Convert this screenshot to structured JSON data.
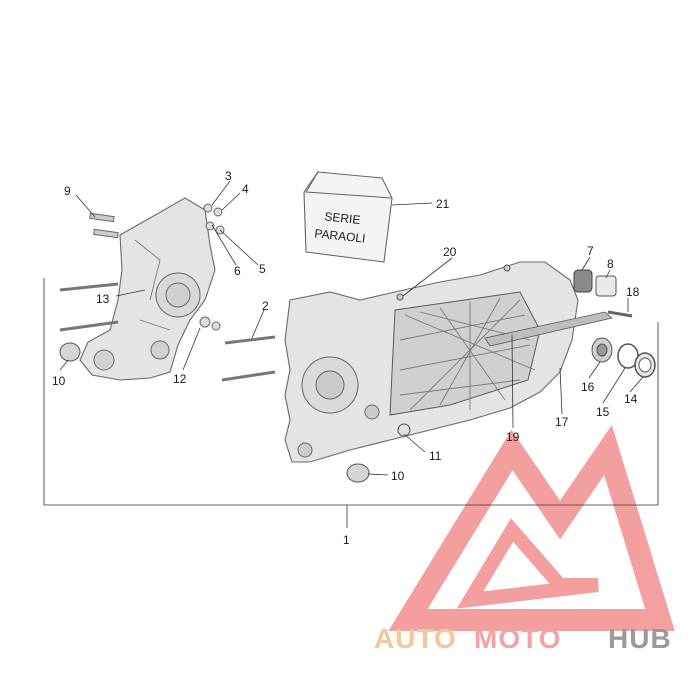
{
  "callouts": {
    "c1": "1",
    "c2": "2",
    "c3": "3",
    "c4": "4",
    "c5": "5",
    "c6": "6",
    "c7": "7",
    "c8": "8",
    "c9": "9",
    "c10a": "10",
    "c10b": "10",
    "c11": "11",
    "c12": "12",
    "c13": "13",
    "c14": "14",
    "c15": "15",
    "c16": "16",
    "c17": "17",
    "c18": "18",
    "c19": "19",
    "c20": "20",
    "c21": "21"
  },
  "bag_label": {
    "line1": "SERIE",
    "line2": "PARAOLI"
  },
  "watermark": {
    "part1": "AUTO",
    "part2": "MOTO",
    "part3": "HUB",
    "colors": {
      "part1": "#f6c59a",
      "part2": "#f2a3a3",
      "part3": "#9a9a9a",
      "logo": "#f08080"
    }
  }
}
